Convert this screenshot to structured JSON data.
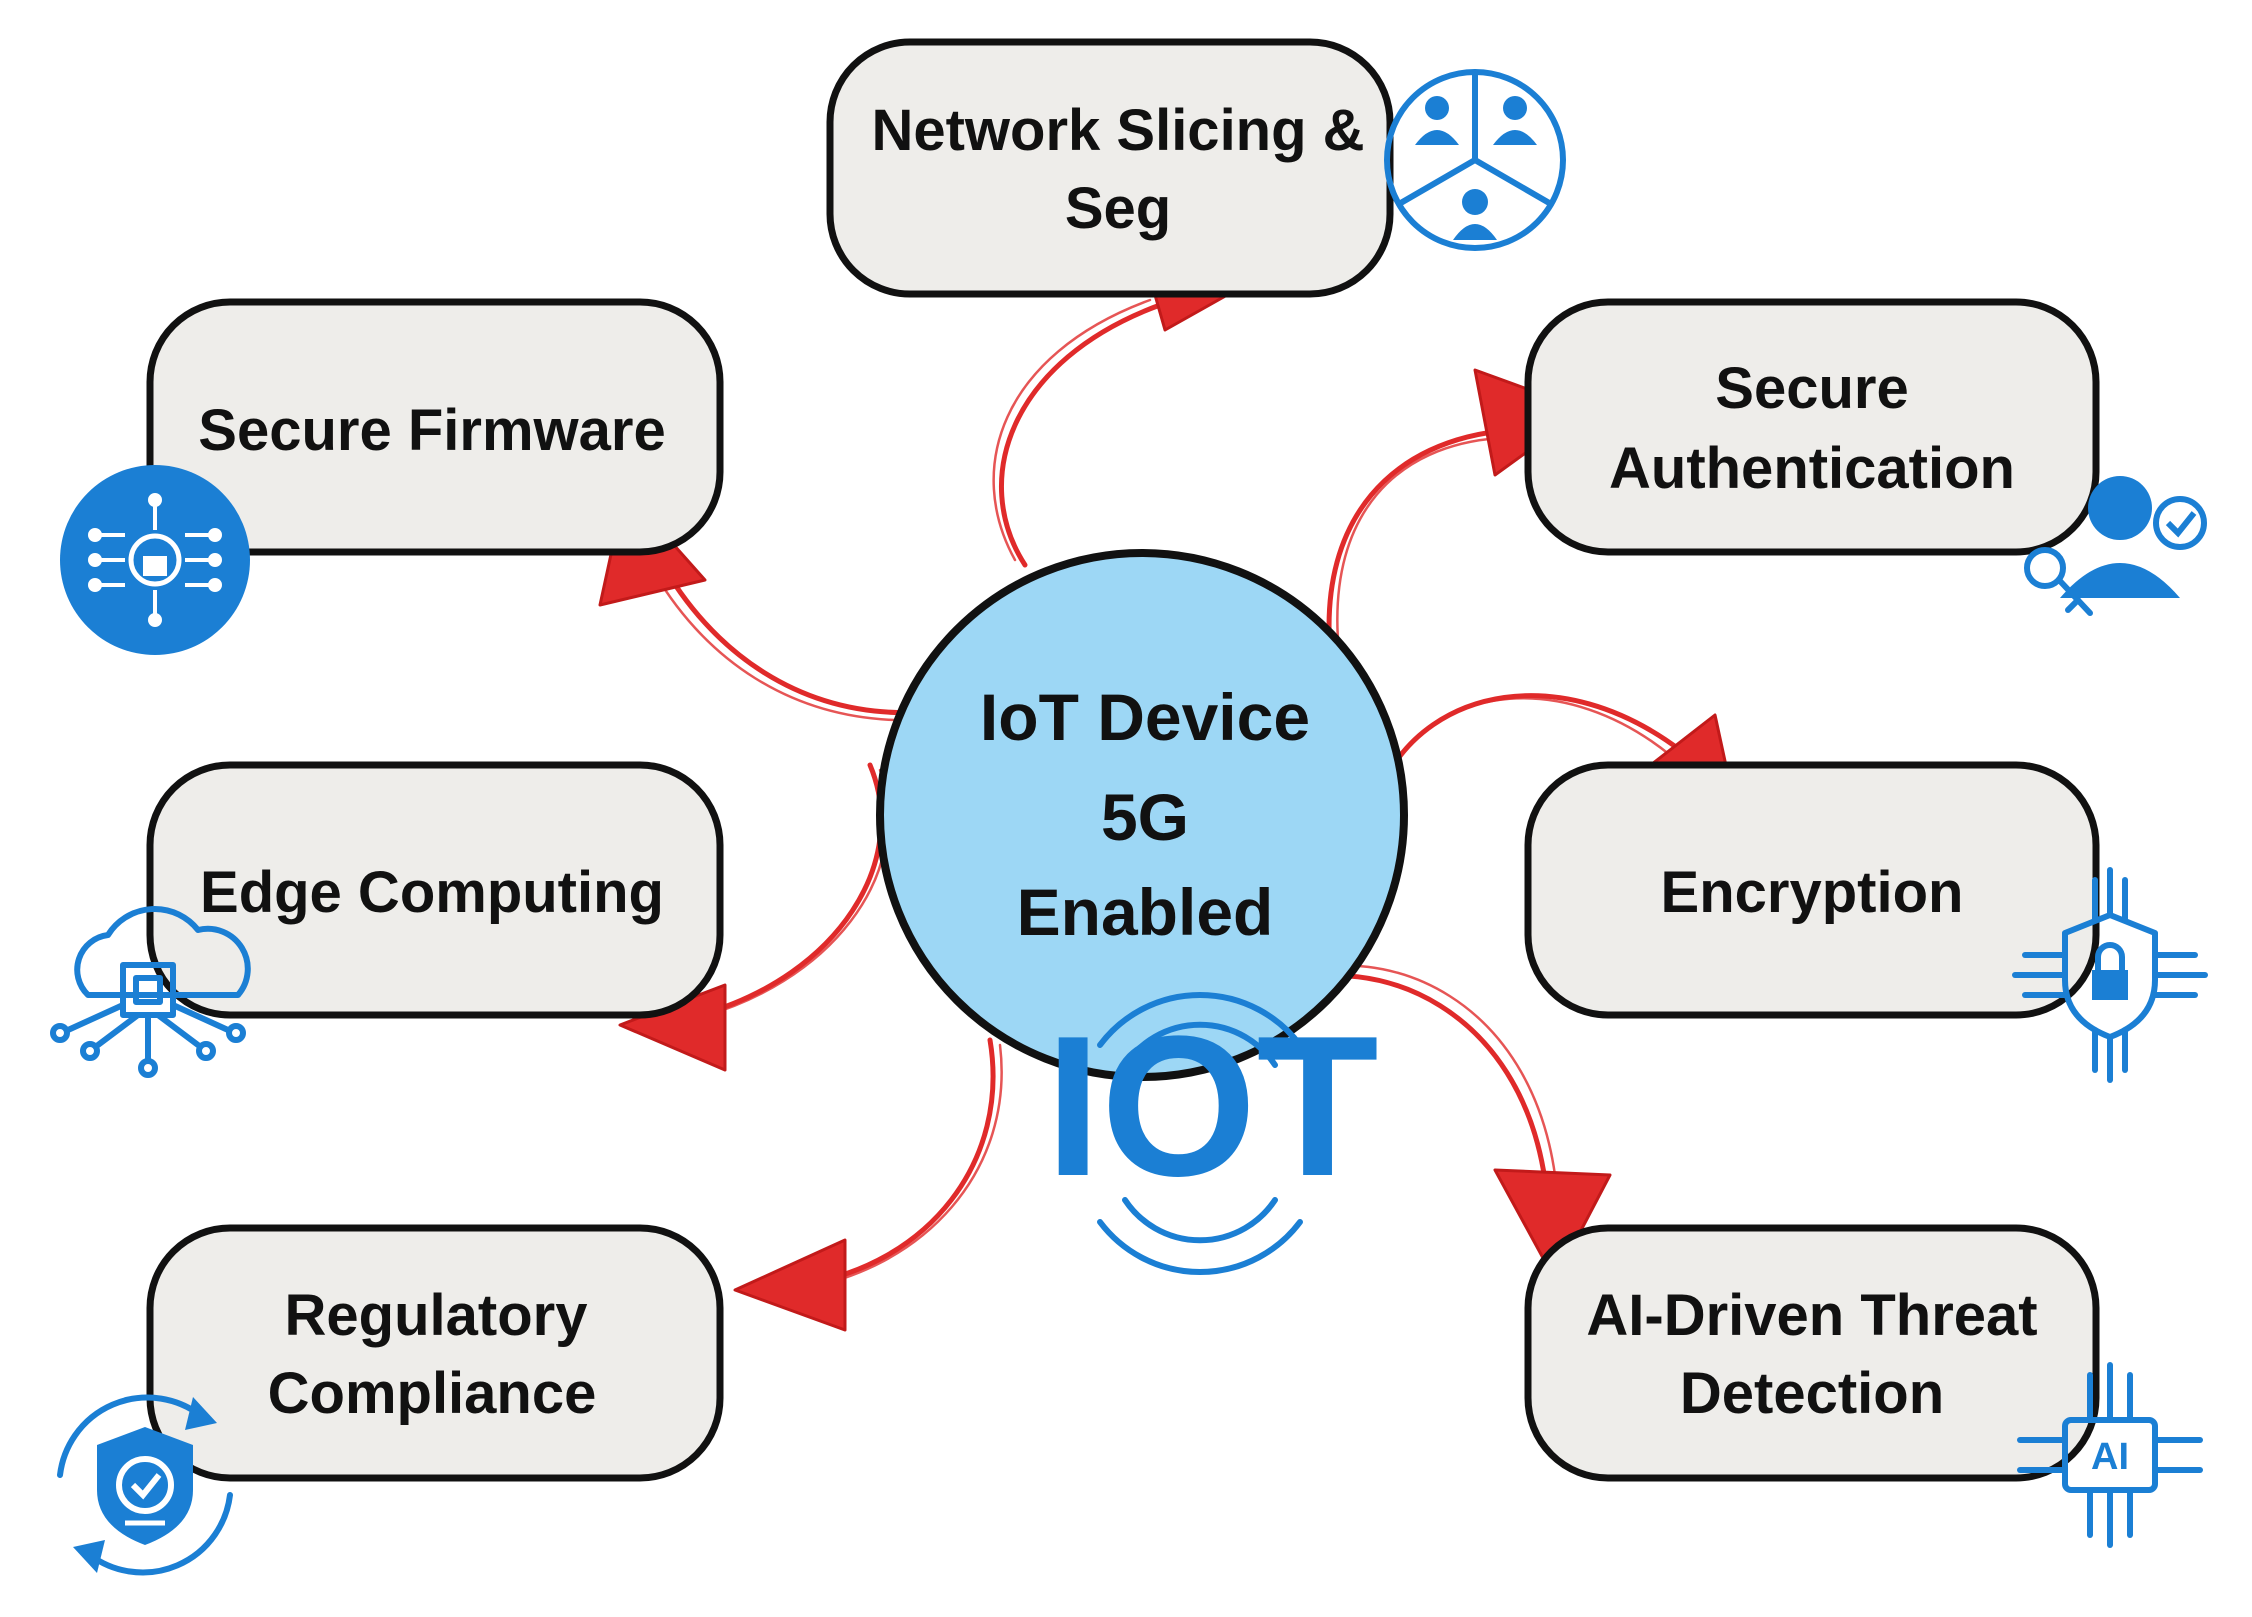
{
  "center": {
    "lines": [
      "IoT Device",
      "5G",
      "Enabled"
    ]
  },
  "iot_logo": "IOT",
  "nodes": {
    "network_slicing": {
      "lines": [
        "Network Slicing &",
        "Seg"
      ],
      "icon": "people-segments-icon"
    },
    "secure_firmware": {
      "lines": [
        "Secure Firmware"
      ],
      "icon": "chip-lock-icon"
    },
    "secure_authentication": {
      "lines": [
        "Secure",
        "Authentication"
      ],
      "icon": "user-key-check-icon"
    },
    "edge_computing": {
      "lines": [
        "Edge Computing"
      ],
      "icon": "cloud-chip-icon"
    },
    "encryption": {
      "lines": [
        "Encryption"
      ],
      "icon": "shield-lock-circuit-icon"
    },
    "regulatory_compliance": {
      "lines": [
        "Regulatory",
        "Compliance"
      ],
      "icon": "shield-check-refresh-icon"
    },
    "ai_threat_detection": {
      "lines": [
        "AI-Driven Threat",
        "Detection"
      ],
      "icon": "ai-chip-icon"
    }
  },
  "colors": {
    "box_fill": "#eeedea",
    "center_fill": "#9dd7f5",
    "arrow": "#e02a2a",
    "icon_blue": "#1b7fd4"
  }
}
